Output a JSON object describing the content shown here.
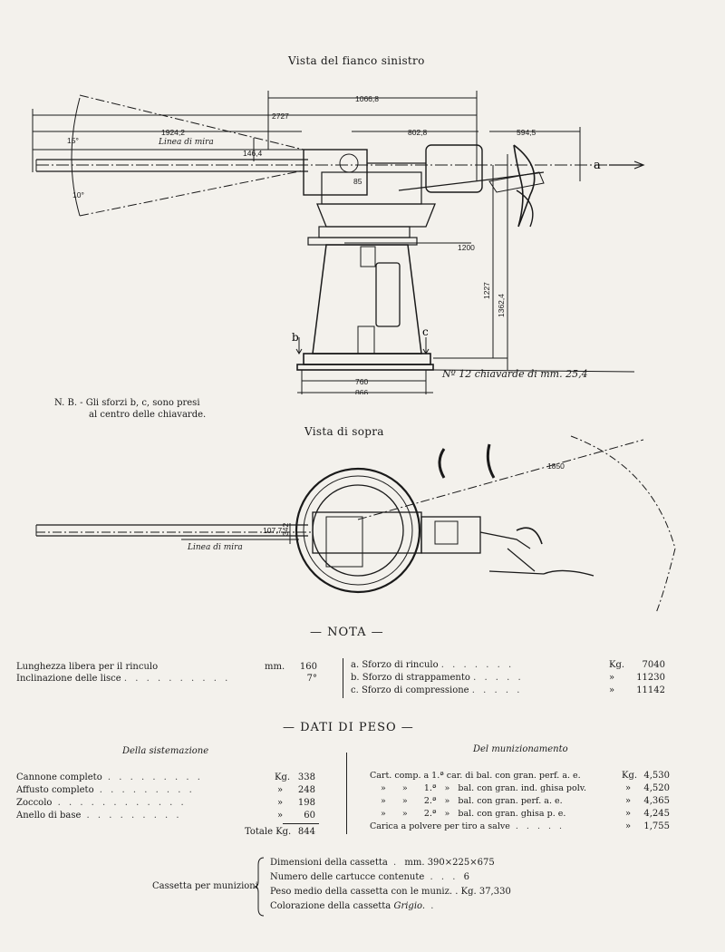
{
  "drawing": {
    "side_title": "Vista del fianco sinistro",
    "top_title": "Vista di sopra",
    "note_line1": "N. B. - Gli sforzi b, c, sono presi",
    "note_line2": "al centro delle chiavarde.",
    "side_dims": {
      "d1066": "1066,8",
      "d2727": "2727",
      "d1924": "1924,2",
      "d802": "802,8",
      "d594": "594,5",
      "d146": "146,4",
      "d15": "15°",
      "d10": "10°",
      "linea": "Linea di mira",
      "d85": "85",
      "d1200": "1200",
      "d1227": "1227",
      "d1362": "1362,4",
      "d760": "760",
      "d866": "866",
      "bolts": "Nº 12 chiavarde di mm. 25,4",
      "a": "a",
      "b": "b",
      "c": "c"
    },
    "top_dims": {
      "d1850": "1850",
      "d107": "107,7",
      "d342": "342",
      "linea": "Linea di mira"
    }
  },
  "nota": {
    "title": "— NOTA —",
    "left": [
      {
        "label": "Lunghezza libera per il rinculo",
        "unit": "mm.",
        "value": "160"
      },
      {
        "label": "Inclinazione delle lisce",
        "unit": "",
        "value": "7°"
      }
    ],
    "right": [
      {
        "label": "a. Sforzo di rinculo",
        "unit": "Kg.",
        "value": "7040"
      },
      {
        "label": "b. Sforzo di strappamento",
        "unit": "»",
        "value": "11230"
      },
      {
        "label": "c. Sforzo di compressione",
        "unit": "»",
        "value": "11142"
      }
    ]
  },
  "peso": {
    "title": "— DATI DI PESO —",
    "left_title": "Della sistemazione",
    "right_title": "Del munizionamento",
    "left": [
      {
        "label": "Cannone completo",
        "unit": "Kg.",
        "value": "338"
      },
      {
        "label": "Affusto completo",
        "unit": "»",
        "value": "248"
      },
      {
        "label": "Zoccolo",
        "unit": "»",
        "value": "198"
      },
      {
        "label": "Anello di base",
        "unit": "»",
        "value": "60"
      }
    ],
    "total_label": "Totale Kg.",
    "total_value": "844",
    "right": [
      {
        "label": "Cart. comp. a 1.ª car. di bal. con gran. perf. a. e.",
        "unit": "Kg.",
        "value": "4,530"
      },
      {
        "label": "»      »      1.ª   »   bal. con gran. ind. ghisa polv.",
        "unit": "»",
        "value": "4,520"
      },
      {
        "label": "»      »      2.ª   »   bal. con gran. perf. a. e.",
        "unit": "»",
        "value": "4,365"
      },
      {
        "label": "»      »      2.ª   »   bal. con gran. ghisa p. e.",
        "unit": "»",
        "value": "4,245"
      },
      {
        "label": "Carica a polvere per tiro a salve",
        "unit": "»",
        "value": "1,755"
      }
    ]
  },
  "cassetta": {
    "label": "Cassetta per munizioni",
    "rows": [
      {
        "label": "Dimensioni della cassetta",
        "value": "mm. 390×225×675"
      },
      {
        "label": "Numero delle cartucce contenute",
        "value": "6"
      },
      {
        "label": "Peso medio della cassetta con le muniz.",
        "value": ". Kg. 37,330"
      },
      {
        "label": "Colorazione della cassetta",
        "value": "Grigio."
      }
    ]
  }
}
